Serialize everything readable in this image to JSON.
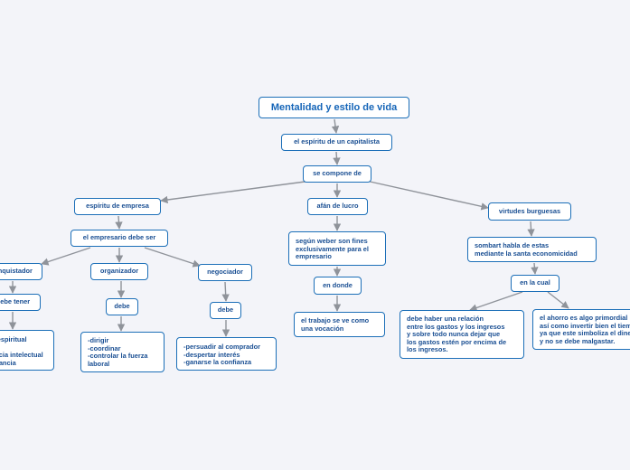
{
  "colors": {
    "background": "#f3f4f9",
    "node_border": "#1c6fb8",
    "node_text": "#1a4f93",
    "connector": "#8f939a"
  },
  "nodes": {
    "root": "Mentalidad y estilo de vida",
    "capitalista": "el espíritu de un capitalista",
    "compone": "se compone de",
    "empresa": "espíritu de empresa",
    "lucro": "afán de lucro",
    "virtudes": "virtudes burguesas",
    "empresario": "el empresario debe ser",
    "conquistador": "conquistador",
    "organizador": "organizador",
    "negociador": "negociador",
    "debe_tener": "debe tener",
    "cualidades": "bondad espiritual\nvoluntad\nabundancia intelectual\nperseverancia",
    "debe1": "debe",
    "acciones1": "-dirigir\n-coordinar\n-controlar la fuerza\nlaboral",
    "debe2": "debe",
    "acciones2": "-persuadir al comprador\n-despertar interés\n-ganarse la confianza",
    "weber": "según weber son fines\nexclusivamente para el\nempresario",
    "en_donde": "en donde",
    "trabajo": "el trabajo se ve como\nuna vocación",
    "sombart": "sombart habla de estas\nmediante la santa economicidad",
    "en_la_cual": "en la cual",
    "equilibrio": "debe haber una relación\nentre los gastos y los ingresos\ny sobre todo nunca dejar que\nlos gastos estén por encima de\nlos ingresos.",
    "ahorro": "el ahorro es algo primordial\nasí como invertir bien el tiempo\nya que este simboliza el dinero\ny no se debe malgastar."
  }
}
